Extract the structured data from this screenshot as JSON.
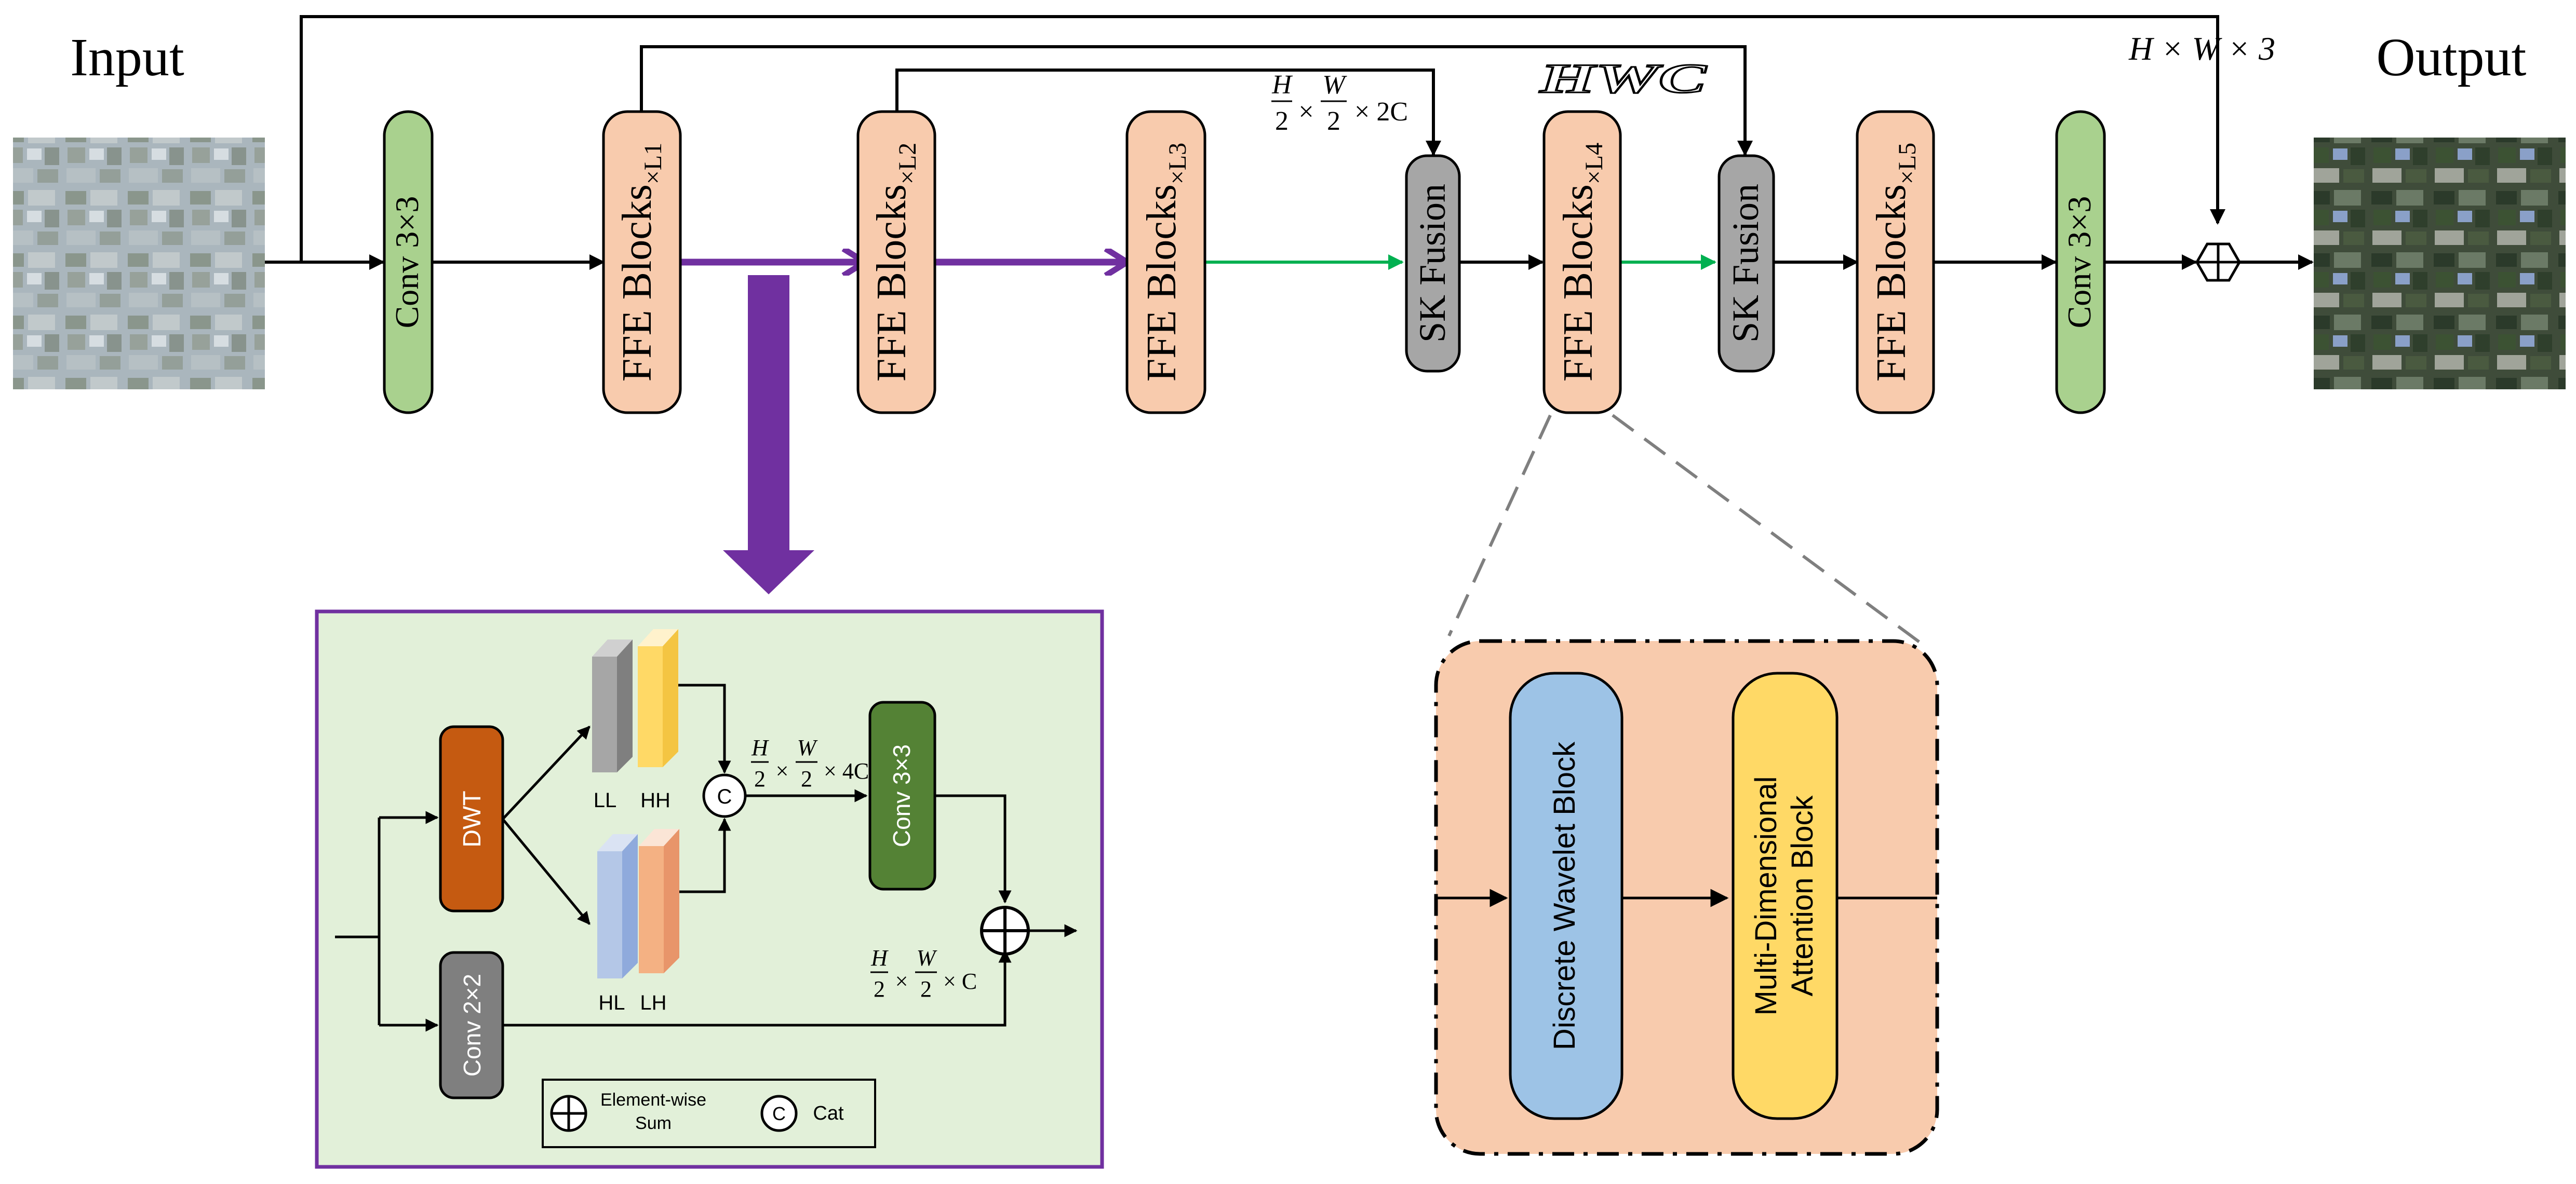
{
  "main": {
    "input_label": "Input",
    "output_label": "Output",
    "conv_label": "Conv 3×3",
    "ffe_label": "FFE Blocks",
    "ffe_subscripts": [
      "×L1",
      "×L2",
      "×L3",
      "×L4",
      "×L5"
    ],
    "sk_label": "SK Fusion",
    "full_res_label": "H × W × 3",
    "half_res_label": "× 2C",
    "hwc_label": "HWC",
    "frac_h": "H",
    "frac_w": "W",
    "frac_2": "2"
  },
  "detail": {
    "dwt_label": "DWT",
    "conv22_label": "Conv 2×2",
    "conv33_label": "Conv 3×3",
    "ll": "LL",
    "hh": "HH",
    "hl": "HL",
    "lh": "LH",
    "cat_symbol": "C",
    "cat_dims_suffix": "× 4C",
    "sum_dims_suffix": "× C",
    "legend_sum_line1": "Element-wise",
    "legend_sum_line2": "Sum",
    "legend_cat": "Cat"
  },
  "block": {
    "dwb_label": "Discrete Wavelet Block",
    "mdab_line1": "Multi-Dimensional",
    "mdab_line2": "Attention Block"
  },
  "colors": {
    "conv_green": "#a9d18e",
    "ffe_peach": "#f8cbad",
    "sk_gray": "#a6a6a6",
    "purple": "#7030a0",
    "green_arrow": "#00b050",
    "detail_bg": "#e2f0d9",
    "dwt_orange": "#c55a11",
    "conv33_green": "#548235",
    "conv22_gray": "#7f7f7f",
    "dwb_blue": "#9dc3e6",
    "mdab_yellow": "#ffd966"
  }
}
